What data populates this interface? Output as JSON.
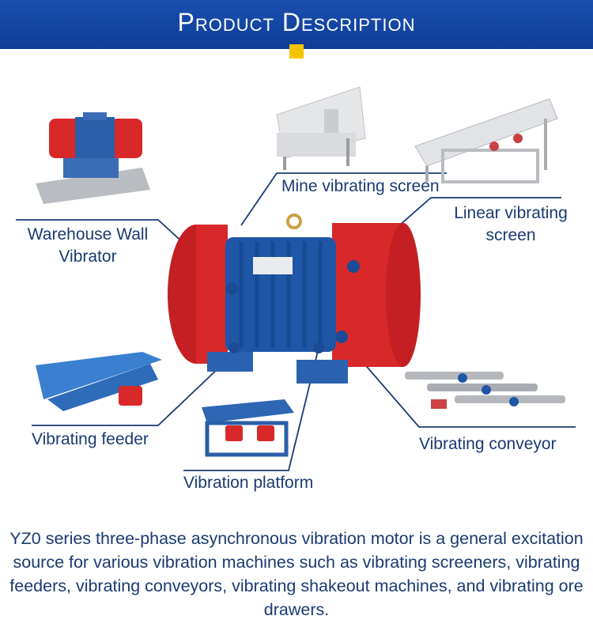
{
  "header": {
    "title": "Product Description"
  },
  "colors": {
    "banner": "#1a4fb0",
    "accent": "#f5c400",
    "motor_red": "#d8282a",
    "motor_blue": "#1f56a6",
    "leader_line": "#1a3a72"
  },
  "labels": {
    "mine_screen": "Mine vibrating screen",
    "linear_screen_line1": "Linear vibrating",
    "linear_screen_line2": "screen",
    "warehouse_line1": "Warehouse Wall",
    "warehouse_line2": "Vibrator",
    "feeder": "Vibrating feeder",
    "platform": "Vibration platform",
    "conveyor": "Vibrating conveyor"
  },
  "description": "YZ0 series three-phase asynchronous vibration motor is a general excitation source for various vibration machines such as vibrating screeners, vibrating feeders, vibrating conveyors, vibrating shakeout machines, and vibrating ore drawers."
}
